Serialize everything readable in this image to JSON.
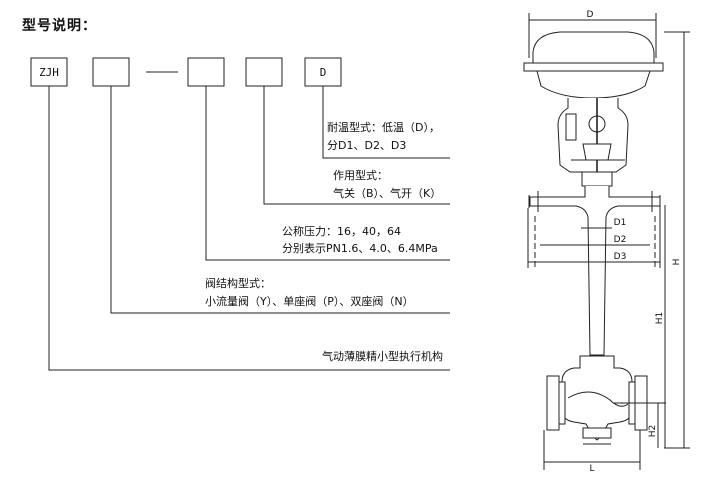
{
  "title": "型号说明：",
  "code_boxes": [
    "ZJH",
    "",
    "",
    "",
    "D"
  ],
  "descriptions": {
    "temperature": {
      "line1": "耐温型式：低温（D），",
      "line2": "分D1、D2、D3"
    },
    "action": {
      "line1": "作用型式：",
      "line2": "气关（B）、气开（K）"
    },
    "pressure": {
      "line1": "公称压力：16，40，64",
      "line2": "分别表示PN1.6、4.0、6.4MPa"
    },
    "valve_structure": {
      "line1": "阀结构型式：",
      "line2": "小流量阀（Y）、单座阀（P）、双座阀（N）"
    },
    "series": {
      "line1": "气动薄膜精小型执行机构"
    }
  },
  "dimensions": {
    "D": "D",
    "D1": "D1",
    "D2": "D2",
    "D3": "D3",
    "L": "L",
    "H": "H",
    "H1": "H1",
    "H2": "H2"
  }
}
